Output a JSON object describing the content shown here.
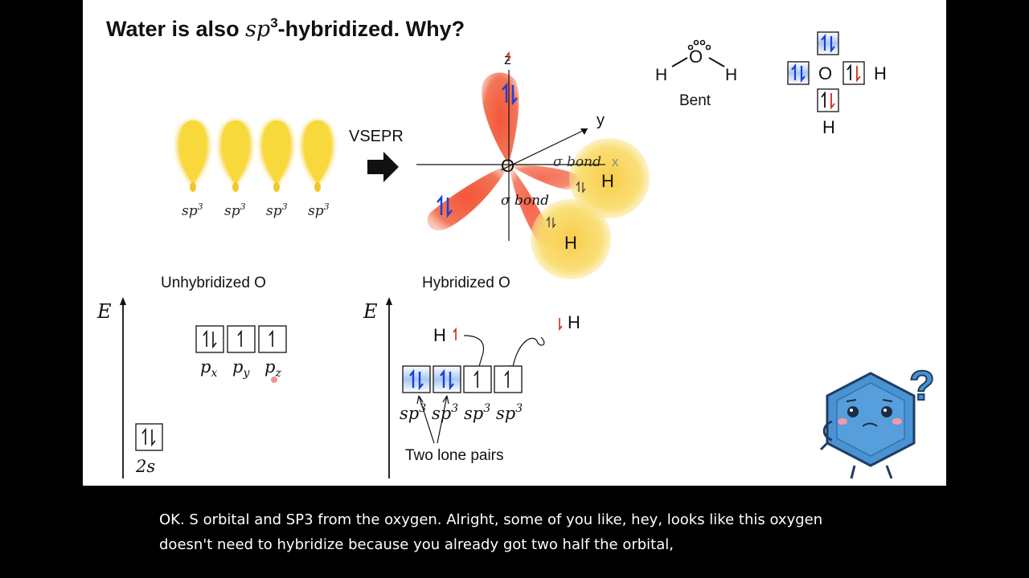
{
  "slide": {
    "title_pre": "Water is also ",
    "title_sp": "sp",
    "title_sup": "3",
    "title_post": "-hybridized. Why?"
  },
  "orbitals_row": {
    "labels": [
      "sp",
      "sp",
      "sp",
      "sp"
    ],
    "sup": "3"
  },
  "arrow_label": "VSEPR",
  "axes3d": {
    "z": "z",
    "y": "y",
    "center": "O"
  },
  "bonds": {
    "upper_label": "σ bond",
    "lower_label": "σ bond",
    "x_mark": "x",
    "h_upper": "H",
    "h_lower": "H"
  },
  "lewis": {
    "left_h": "H",
    "o": "O",
    "right_h": "H",
    "geometry": "Bent"
  },
  "box_diagram": {
    "o": "O",
    "right_h": "H",
    "bottom_h": "H"
  },
  "unhybridized": {
    "heading": "Unhybridized O",
    "energy": "E",
    "p_labels": [
      "p",
      "p",
      "p"
    ],
    "p_subs": [
      "x",
      "y",
      "z"
    ],
    "s_label": "2s"
  },
  "hybridized": {
    "heading": "Hybridized O",
    "energy": "E",
    "h_left": "H",
    "h_right": "H",
    "sp_labels": [
      "sp",
      "sp",
      "sp",
      "sp"
    ],
    "sup": "3",
    "lone_pairs": "Two lone pairs"
  },
  "mascot": {
    "question": "?"
  },
  "caption": {
    "line1": "OK. S orbital and SP3 from the oxygen. Alright, some of you like, hey, looks like this oxygen",
    "line2": "doesn't need to hybridize because you already got two half the orbital,"
  },
  "colors": {
    "lobe_yellow": "#f6d23a",
    "lobe_red": "#f06a4a",
    "h_sphere": "#f7d04a",
    "spin_blue": "#1f3fd6",
    "spin_red": "#d12b1b",
    "mascot": "#3e87c8"
  }
}
